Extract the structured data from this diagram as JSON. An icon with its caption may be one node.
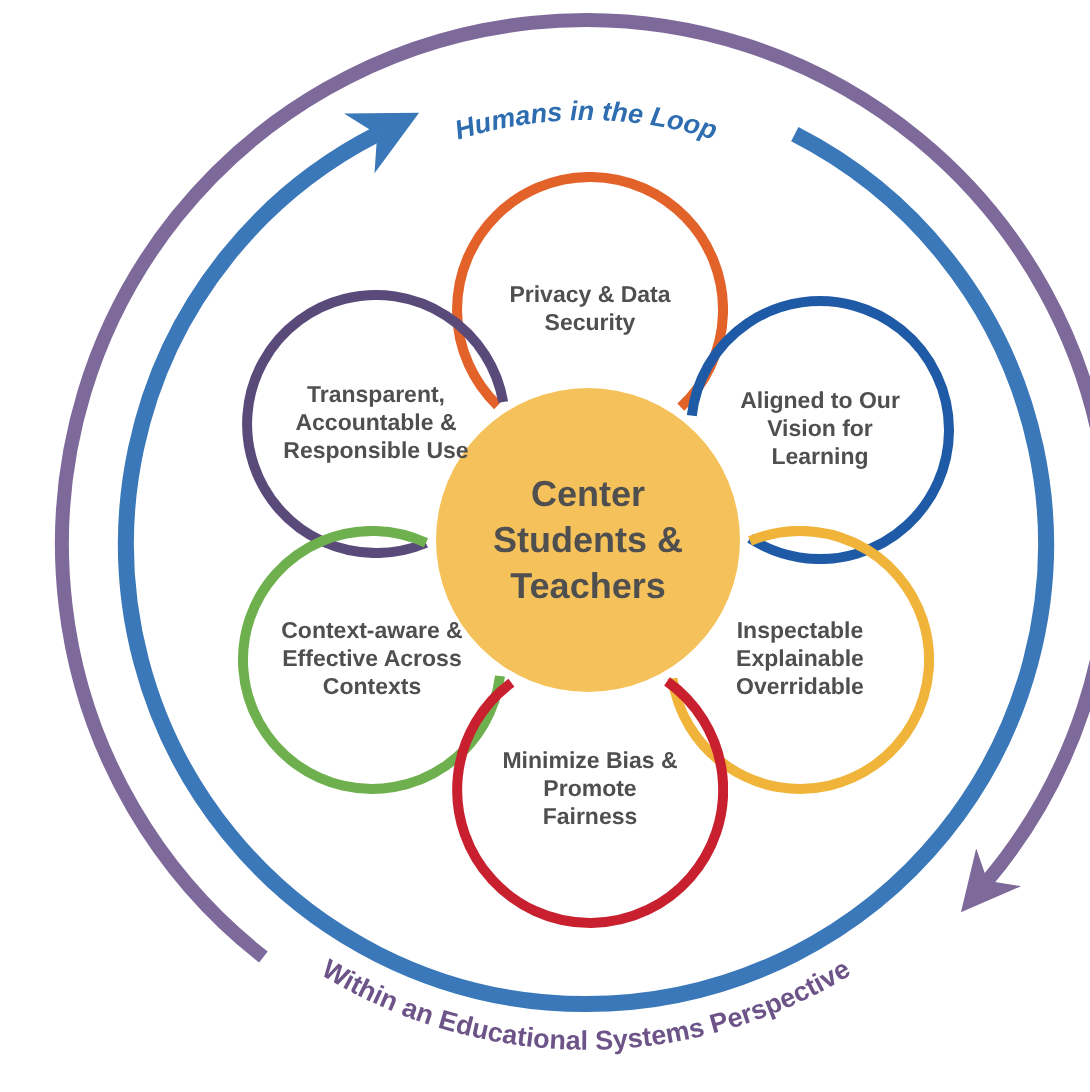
{
  "diagram": {
    "nodes": [
      {
        "text": [
          "Privacy & Data Security"
        ]
      },
      {
        "text": [
          "Transparent, Accountable & Responsible Use"
        ]
      },
      {
        "text": [
          "Aligned to Our Vision for Learning"
        ]
      },
      {
        "text": [
          "Center Students & Teachers"
        ]
      },
      {
        "text": [
          "Context-aware & Effective Across Contexts"
        ]
      },
      {
        "text": [
          "Inspectable Explainable Overridable"
        ]
      },
      {
        "text": [
          "Minimize Bias & Promote Fairness"
        ]
      }
    ],
    "edges": [],
    "labels": [
      "Humans in the Loop",
      "Within an Educational Systems Perspective"
    ]
  }
}
